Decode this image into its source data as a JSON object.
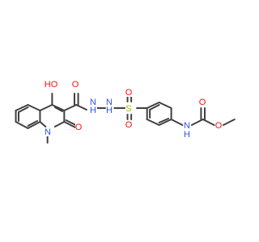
{
  "atom_colors": {
    "O": "#ff0d0d",
    "N": "#3050f8",
    "S": "#b2b200",
    "C": "#404040"
  },
  "labels": {
    "hydroxyl": "HO",
    "amide_o": "O",
    "nh_left": "N",
    "h_left": "H",
    "nh_right": "N",
    "h_right": "H",
    "s": "S",
    "so_top": "O",
    "so_bottom": "O",
    "carbamate_o": "O",
    "ester_o": "O",
    "nh_carb": "N",
    "h_carb": "H",
    "quin_n": "N",
    "quin_o": "O"
  }
}
